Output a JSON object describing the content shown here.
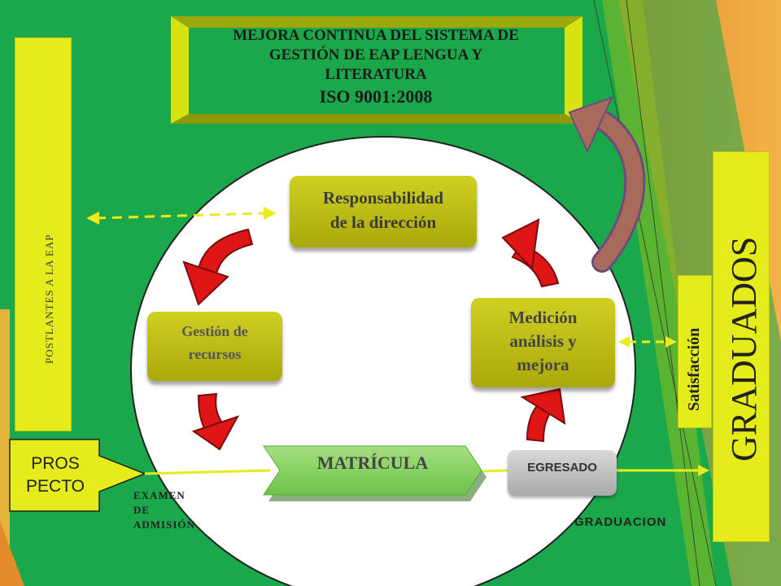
{
  "title": {
    "lines": [
      "MEJORA CONTINUA  DEL SISTEMA DE",
      "GESTIÓN DE EAP LENGUA Y",
      "LITERATURA"
    ],
    "iso": "ISO 9001:2008"
  },
  "left_panel": {
    "label": "POSTLANTES A LA EAP"
  },
  "right_panel": {
    "label": "GRADUADOS"
  },
  "satisfaction": {
    "label": "Satisfacción"
  },
  "cycle": {
    "responsabilidad": [
      "Responsabilidad",
      "de la dirección"
    ],
    "gestion": [
      "Gestión de",
      "recursos"
    ],
    "medicion": [
      "Medición",
      "análisis y",
      "mejora"
    ]
  },
  "matricula": {
    "label": "MATRÍCULA"
  },
  "egresado": {
    "label": "EGRESADO"
  },
  "prospecto": {
    "lines": [
      "PROS",
      "PECTO"
    ]
  },
  "examen": {
    "lines": [
      "EXAMEN",
      "DE",
      "ADMISIÓN"
    ]
  },
  "graduacion": {
    "label": "GRADUACION"
  },
  "colors": {
    "background": "#1aa84b",
    "panel_yellow": "#e4ec1a",
    "pill_olive": "#bdbd16",
    "arrow_red": "#e01515",
    "matricula_green": "#8bd66a",
    "loop_arrow": "#a86a5a",
    "accent_orange": "#f0a23c"
  }
}
